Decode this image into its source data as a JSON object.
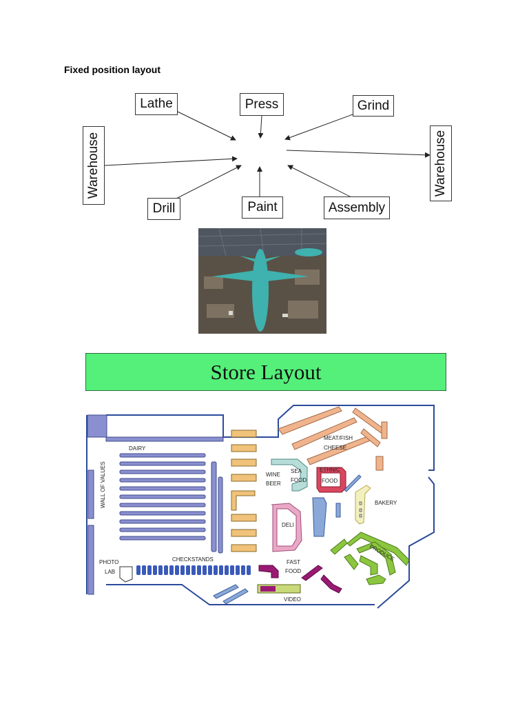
{
  "heading": "Fixed position layout",
  "stations": {
    "lathe": "Lathe",
    "press": "Press",
    "grind": "Grind",
    "warehouse_left": "Warehouse",
    "warehouse_right": "Warehouse",
    "drill": "Drill",
    "paint": "Paint",
    "assembly": "Assembly"
  },
  "photo": {
    "subject": "aircraft assembly hangar"
  },
  "store": {
    "title": "Store Layout",
    "labels": {
      "dairy": "DAIRY",
      "wall_of_values": "WALL OF VALUES",
      "meat_fish": "MEAT/FISH",
      "cheese": "CHEESE",
      "wine": "WINE",
      "beer": "BEER",
      "sea": "SEA",
      "food1": "FOOD",
      "ethnic": "ETHNIC",
      "food2": "FOOD",
      "bakery": "BAKERY",
      "deli": "DELI",
      "produce": "PRODUCE",
      "photo": "PHOTO",
      "lab": "LAB",
      "checkstands": "CHECKSTANDS",
      "fast": "FAST",
      "food3": "FOOD",
      "video": "VIDEO"
    },
    "colors": {
      "dairy": "#8a8fcf",
      "wine": "#f0c27a",
      "meat": "#f0b48c",
      "seafood": "#7ab6b0",
      "ethnic": "#d9465f",
      "deli": "#e8a8c6",
      "bakery": "#e6e08a",
      "produce": "#8cc63f",
      "fastfood": "#9a1a73",
      "video": "#c9d97a",
      "walls": "#2a4a9a"
    }
  }
}
